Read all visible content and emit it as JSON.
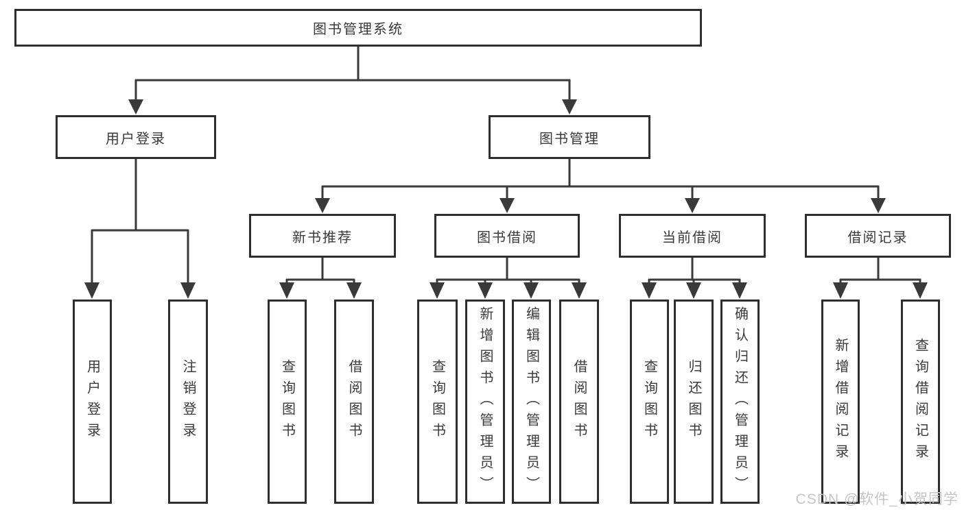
{
  "colors": {
    "line": "#3a3a3a",
    "box_border": "#2e2e2e",
    "text": "#3a3a3a",
    "watermark": "#c5c5c5",
    "background": "#ffffff"
  },
  "diagram": {
    "root": {
      "label": "图书管理系统"
    },
    "level2": [
      {
        "label": "用户登录"
      },
      {
        "label": "图书管理"
      }
    ],
    "level3": [
      {
        "label": "新书推荐"
      },
      {
        "label": "图书借阅"
      },
      {
        "label": "当前借阅"
      },
      {
        "label": "借阅记录"
      }
    ],
    "leaves": {
      "user_login": [
        {
          "label": "用户登录"
        },
        {
          "label": "注销登录"
        }
      ],
      "new_book": [
        {
          "label": "查询图书"
        },
        {
          "label": "借阅图书"
        }
      ],
      "book_borrow": [
        {
          "label": "查询图书"
        },
        {
          "label": "新增图书（管理员）"
        },
        {
          "label": "编辑图书（管理员）"
        },
        {
          "label": "借阅图书"
        }
      ],
      "current_borrow": [
        {
          "label": "查询图书"
        },
        {
          "label": "归还图书"
        },
        {
          "label": "确认归还（管理员）"
        }
      ],
      "borrow_record": [
        {
          "label": "新增借阅记录"
        },
        {
          "label": "查询借阅记录"
        }
      ]
    }
  },
  "watermark": {
    "text": "CSDN @软件_小贺同学"
  }
}
